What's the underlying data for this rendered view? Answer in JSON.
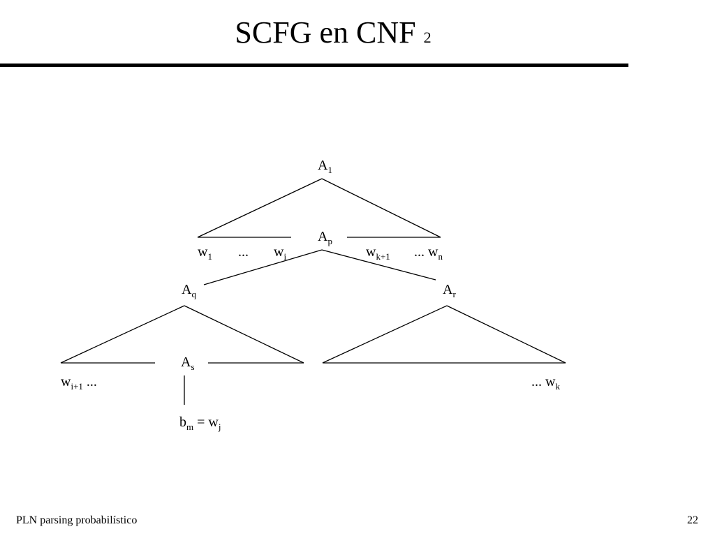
{
  "slide": {
    "title": "SCFG en CNF",
    "title_sub": "2",
    "footer_left": "PLN  parsing probabilístico",
    "page_number": "22"
  },
  "tree": {
    "A1": {
      "base": "A",
      "sub": "1"
    },
    "Ap": {
      "base": "A",
      "sub": "p"
    },
    "Aq": {
      "base": "A",
      "sub": "q"
    },
    "Ar": {
      "base": "A",
      "sub": "r"
    },
    "As": {
      "base": "A",
      "sub": "s"
    },
    "w1": {
      "base": "w",
      "sub": "1"
    },
    "dots1": "...",
    "wi": {
      "base": "w",
      "sub": "i"
    },
    "wk1": {
      "base": "w",
      "sub": "k+1"
    },
    "wn": {
      "pre": "... w",
      "sub": "n"
    },
    "wi1": {
      "base": "w",
      "sub": "i+1",
      "post": " ..."
    },
    "wk": {
      "pre": "... w",
      "sub": "k"
    },
    "bm": {
      "b": "b",
      "b_sub": "m",
      "eq": " = w",
      "w_sub": "j"
    }
  }
}
